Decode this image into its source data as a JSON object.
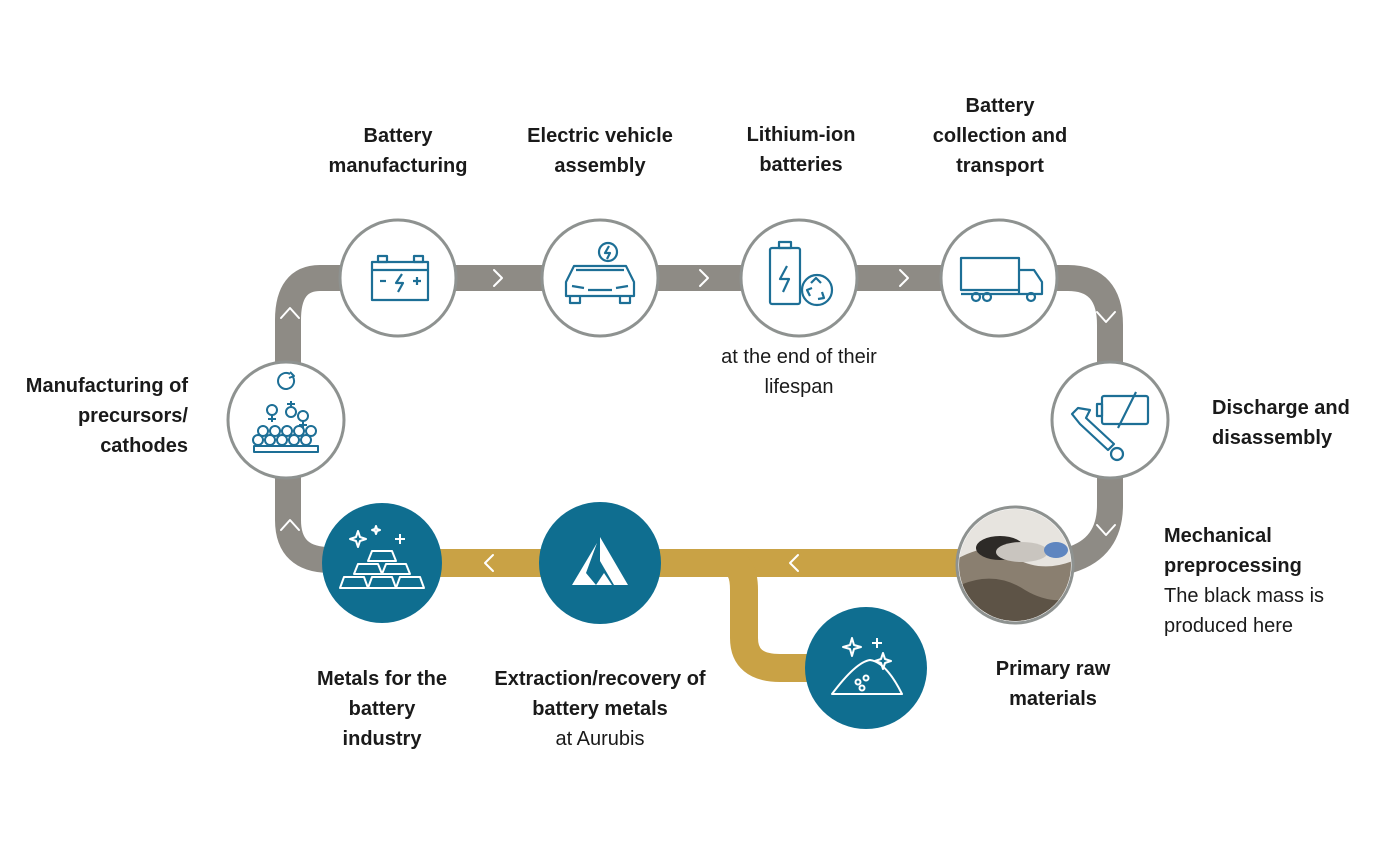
{
  "colors": {
    "gray_track": "#8e8b85",
    "gold_track": "#c9a245",
    "teal": "#0f6e90",
    "node_ring": "#8e9290",
    "icon_blue": "#1d6f96",
    "text": "#1a1a1a"
  },
  "steps": {
    "battery_manufacturing": {
      "title": "Battery manufacturing",
      "icon": "car-battery-icon"
    },
    "ev_assembly": {
      "title": "Electric vehicle assembly",
      "icon": "electric-car-icon"
    },
    "lithium_ion": {
      "title": "Lithium-ion batteries",
      "note": "at the end of their lifespan",
      "icon": "battery-recycle-icon"
    },
    "collection_transport": {
      "title": "Battery collection and transport",
      "icon": "truck-icon"
    },
    "discharge": {
      "title": "Discharge and disassembly",
      "icon": "wrench-battery-icon"
    },
    "mechanical": {
      "title": "Mechanical preprocessing",
      "note": "The black mass is produced here",
      "icon": "black-mass-photo"
    },
    "primary_raw": {
      "title": "Primary raw materials",
      "icon": "ore-pile-icon"
    },
    "extraction": {
      "title": "Extraction/recovery of battery metals",
      "note": "at Aurubis",
      "icon": "aurubis-logo"
    },
    "metals": {
      "title": "Metals for the battery industry",
      "icon": "gold-bars-icon"
    },
    "precursors": {
      "title": "Manufacturing of precursors/ cathodes",
      "icon": "molecules-icon"
    }
  }
}
